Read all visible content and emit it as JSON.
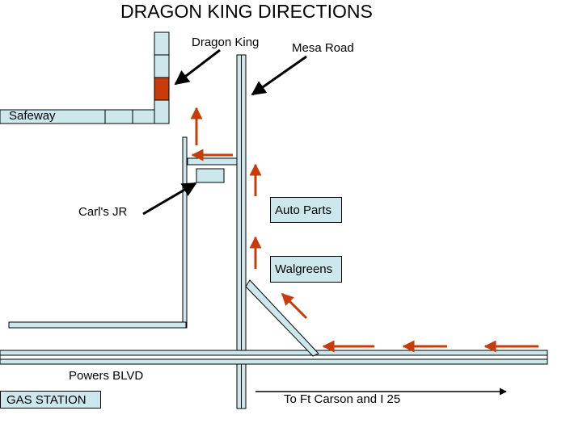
{
  "title": "DRAGON KING DIRECTIONS",
  "labels": {
    "dragon_king": "Dragon King",
    "mesa_road": "Mesa Road",
    "safeway": "Safeway",
    "carls_jr": "Carl's JR",
    "auto_parts": "Auto Parts",
    "walgreens": "Walgreens",
    "powers_blvd": "Powers BLVD",
    "gas_station": "GAS STATION",
    "to_ft_carson": "To Ft Carson and I 25"
  },
  "colors": {
    "road_fill": "#cce8ec",
    "outline": "#000000",
    "route_arrow": "#c83c0a",
    "destination": "#c83c0a"
  }
}
